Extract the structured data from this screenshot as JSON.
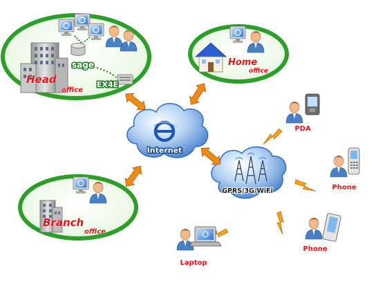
{
  "nodes": {
    "head_office": {
      "word1": "Head",
      "word2": "office"
    },
    "sage": "sage",
    "ex4e": "EX4E",
    "home_office": {
      "word1": "Home",
      "word2": "office"
    },
    "branch_office": {
      "word1": "Branch",
      "word2": "office"
    },
    "internet": "Internet",
    "wireless": "GPRS/3G/WiFi",
    "pda": "PDA",
    "phone1": "Phone",
    "phone2": "Phone",
    "laptop": "Laptop"
  },
  "colors": {
    "office_green": "#2e9e2a",
    "office_fill": "#eaf7e4",
    "cloud_blue": "#2f6bc4",
    "arrow_orange": "#f08a17",
    "bolt_orange": "#f4a21a",
    "label_red": "#e0151b",
    "person_skin": "#f0b98c",
    "person_shirt": "#4a7fc4"
  },
  "icons": [
    "monitor-icon",
    "person-icon",
    "building-icon",
    "house-icon",
    "database-icon",
    "server-icon",
    "globe-icon",
    "tower-icon",
    "pda-icon",
    "phone-icon",
    "laptop-icon",
    "lightning-icon",
    "double-arrow-icon"
  ]
}
